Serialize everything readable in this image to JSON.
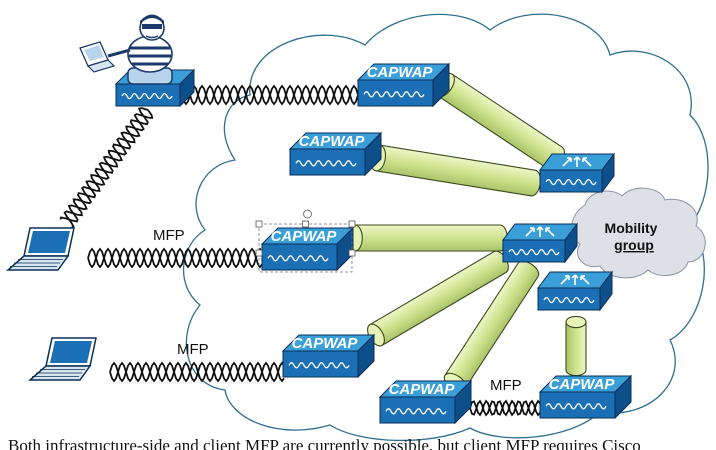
{
  "diagram": {
    "access_point_label": "CAPWAP",
    "link_label": "MFP",
    "mobility_group_label": "Mobility group",
    "mobility_group_lines": [
      "Mobility",
      "group"
    ],
    "caption": "Both infrastructure-side and client MFP are currently possible, but client MFP requires Cisco"
  },
  "colors": {
    "ap_top": "#3a9fd9",
    "ap_front": "#1a6fb5",
    "ap_side": "#0d4f8a",
    "tunnel": "#d6e8a0",
    "cloud_outline": "#2f6f8f",
    "mobility_fill": "#dde0e6"
  },
  "icons": [
    "laptop-icon",
    "thief-icon",
    "access-point-icon",
    "controller-icon",
    "tunnel-icon",
    "wireless-link-icon",
    "cloud-icon"
  ]
}
